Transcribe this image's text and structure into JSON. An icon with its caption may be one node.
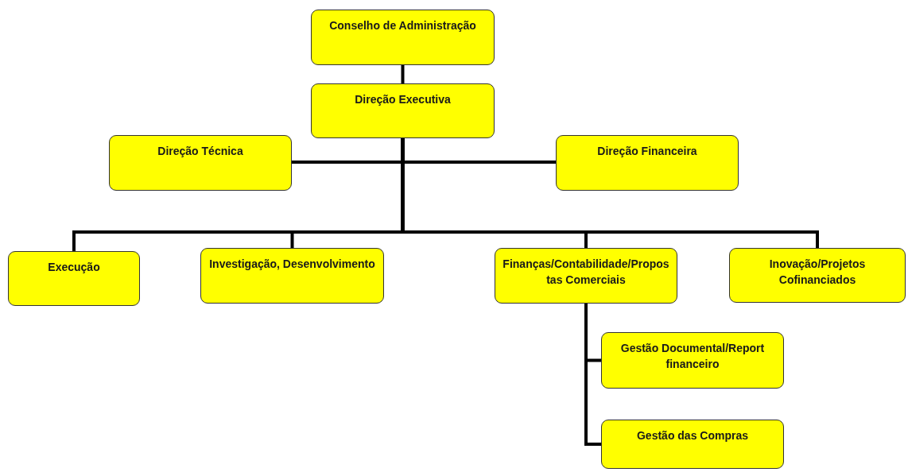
{
  "diagram": {
    "nodes": [
      {
        "text": [
          "Conselho de Administração"
        ]
      },
      {
        "text": [
          "Direção Executiva"
        ]
      },
      {
        "text": [
          "Direção Técnica"
        ]
      },
      {
        "text": [
          "Direção Financeira"
        ]
      },
      {
        "text": [
          "Execução"
        ]
      },
      {
        "text": [
          "Investigação, Desenvolvimento"
        ]
      },
      {
        "text": [
          "Finanças/Contabilidade/Propostas Comerciais"
        ]
      },
      {
        "text": [
          "Inovação/Projetos Cofinanciados"
        ]
      },
      {
        "text": [
          "Gestão Documental/Report financeiro"
        ]
      },
      {
        "text": [
          "Gestão das Compras"
        ]
      }
    ],
    "edges": [
      {
        "from": 0,
        "to": 1,
        "arrow": "none"
      },
      {
        "from": 1,
        "to": 2,
        "arrow": "none"
      },
      {
        "from": 1,
        "to": 3,
        "arrow": "none"
      },
      {
        "from": 1,
        "to": 4,
        "arrow": "none"
      },
      {
        "from": 1,
        "to": 5,
        "arrow": "none"
      },
      {
        "from": 1,
        "to": 6,
        "arrow": "none"
      },
      {
        "from": 1,
        "to": 7,
        "arrow": "none"
      },
      {
        "from": 6,
        "to": 8,
        "arrow": "none"
      },
      {
        "from": 6,
        "to": 9,
        "arrow": "none"
      }
    ]
  }
}
